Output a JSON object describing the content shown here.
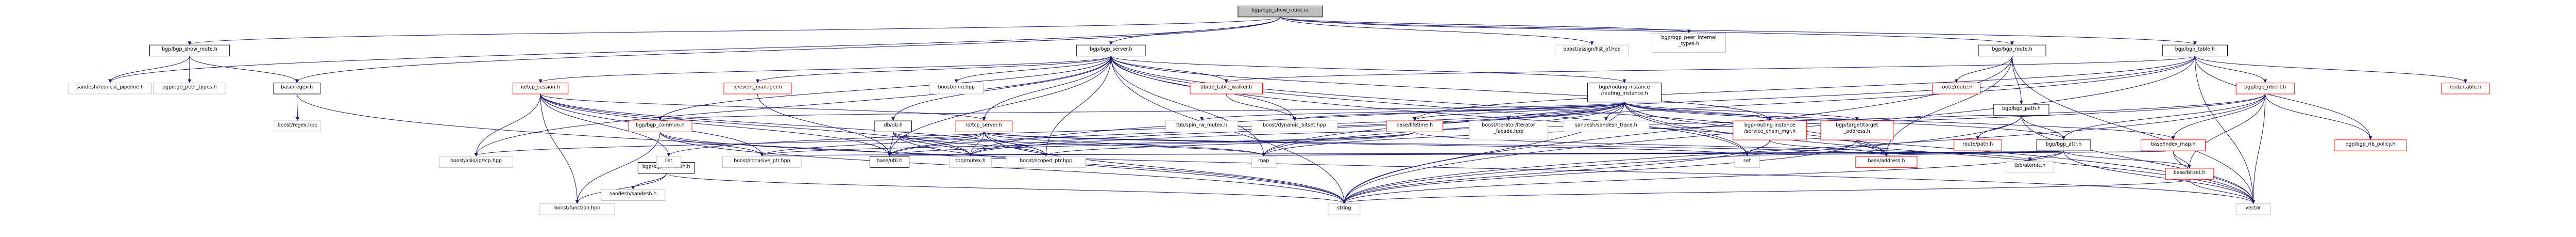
{
  "diagram": {
    "kind": "include-dependency-graph",
    "colors": {
      "root_fill": "#bfbfbf",
      "node_fill": "#ffffff",
      "node_border_documented": "#000000",
      "node_border_linked": "#ff0000",
      "node_border_external": "#bfbfbf",
      "edge": "#191970",
      "text": "#000000"
    },
    "nodes": [
      {
        "id": "root",
        "label": [
          "bgp/bgp_show_route.cc"
        ],
        "style": "root"
      },
      {
        "id": "bgp_show_route_h",
        "label": [
          "bgp/bgp_show_route.h"
        ],
        "style": "documented"
      },
      {
        "id": "bgp_server_h",
        "label": [
          "bgp/bgp_server.h"
        ],
        "style": "documented"
      },
      {
        "id": "bgp_route_h",
        "label": [
          "bgp/bgp_route.h"
        ],
        "style": "documented"
      },
      {
        "id": "bgp_table_h",
        "label": [
          "bgp/bgp_table.h"
        ],
        "style": "documented"
      },
      {
        "id": "boost_assign",
        "label": [
          "boost/assign/list_of.hpp"
        ],
        "style": "external"
      },
      {
        "id": "bgp_peer_internal",
        "label": [
          "bgp/bgp_peer_internal",
          "_types.h"
        ],
        "style": "external"
      },
      {
        "id": "sandesh_req_pipeline",
        "label": [
          "sandesh/request_pipeline.h"
        ],
        "style": "external"
      },
      {
        "id": "bgp_peer_types",
        "label": [
          "bgp/bgp_peer_types.h"
        ],
        "style": "external"
      },
      {
        "id": "base_regex",
        "label": [
          "base/regex.h"
        ],
        "style": "documented"
      },
      {
        "id": "boost_regex",
        "label": [
          "boost/regex.hpp"
        ],
        "style": "external"
      },
      {
        "id": "io_tcp_session",
        "label": [
          "io/tcp_session.h"
        ],
        "style": "linked"
      },
      {
        "id": "io_event_manager",
        "label": [
          "io/event_manager.h"
        ],
        "style": "linked"
      },
      {
        "id": "boost_bind",
        "label": [
          "boost/bind.hpp"
        ],
        "style": "external"
      },
      {
        "id": "db_table_walker",
        "label": [
          "db/db_table_walker.h"
        ],
        "style": "linked"
      },
      {
        "id": "routing_instance",
        "label": [
          "bgp/routing-instance",
          "/routing_instance.h"
        ],
        "style": "documented"
      },
      {
        "id": "route_route",
        "label": [
          "route/route.h"
        ],
        "style": "linked"
      },
      {
        "id": "bgp_path_h",
        "label": [
          "bgp/bgp_path.h"
        ],
        "style": "documented"
      },
      {
        "id": "bgp_ribout_h",
        "label": [
          "bgp/bgp_ribout.h"
        ],
        "style": "linked"
      },
      {
        "id": "route_table",
        "label": [
          "route/table.h"
        ],
        "style": "linked"
      },
      {
        "id": "bgp_common_h",
        "label": [
          "bgp/bgp_common.h"
        ],
        "style": "linked"
      },
      {
        "id": "db_db_h",
        "label": [
          "db/db.h"
        ],
        "style": "documented"
      },
      {
        "id": "io_tcp_server",
        "label": [
          "io/tcp_server.h"
        ],
        "style": "linked"
      },
      {
        "id": "tbb_spin_rw",
        "label": [
          "tbb/spin_rw_mutex.h"
        ],
        "style": "external"
      },
      {
        "id": "boost_dyn_bitset",
        "label": [
          "boost/dynamic_bitset.hpp"
        ],
        "style": "external"
      },
      {
        "id": "base_lifetime",
        "label": [
          "base/lifetime.h"
        ],
        "style": "linked"
      },
      {
        "id": "boost_iter_facade",
        "label": [
          "boost/iterator/iterator",
          "_facade.hpp"
        ],
        "style": "external"
      },
      {
        "id": "sandesh_trace",
        "label": [
          "sandesh/sandesh_trace.h"
        ],
        "style": "external"
      },
      {
        "id": "ri_service_chain",
        "label": [
          "bgp/routing-instance",
          "/service_chain_mgr.h"
        ],
        "style": "linked"
      },
      {
        "id": "target_address",
        "label": [
          "bgp/target/target",
          "_address.h"
        ],
        "style": "linked"
      },
      {
        "id": "route_path",
        "label": [
          "route/path.h"
        ],
        "style": "linked"
      },
      {
        "id": "bgp_attr_h",
        "label": [
          "bgp/bgp_attr.h"
        ],
        "style": "documented"
      },
      {
        "id": "base_index_map",
        "label": [
          "base/index_map.h"
        ],
        "style": "linked"
      },
      {
        "id": "bgp_rib_policy",
        "label": [
          "bgp/bgp_rib_policy.h"
        ],
        "style": "linked"
      },
      {
        "id": "bgp_sandesh_h",
        "label": [
          "bgp/bgp_sandesh.h"
        ],
        "style": "documented"
      },
      {
        "id": "boost_asio_ip_tcp",
        "label": [
          "boost/asio/ip/tcp.hpp"
        ],
        "style": "external"
      },
      {
        "id": "list",
        "label": [
          "list"
        ],
        "style": "external"
      },
      {
        "id": "boost_intrusive_ptr",
        "label": [
          "boost/intrusive_ptr.hpp"
        ],
        "style": "external"
      },
      {
        "id": "base_util",
        "label": [
          "base/util.h"
        ],
        "style": "documented"
      },
      {
        "id": "tbb_mutex",
        "label": [
          "tbb/mutex.h"
        ],
        "style": "external"
      },
      {
        "id": "boost_scoped_ptr",
        "label": [
          "boost/scoped_ptr.hpp"
        ],
        "style": "external"
      },
      {
        "id": "map",
        "label": [
          "map"
        ],
        "style": "external"
      },
      {
        "id": "set",
        "label": [
          "set"
        ],
        "style": "external"
      },
      {
        "id": "base_address",
        "label": [
          "base/address.h"
        ],
        "style": "linked"
      },
      {
        "id": "tbb_atomic",
        "label": [
          "tbb/atomic.h"
        ],
        "style": "external"
      },
      {
        "id": "base_bitset",
        "label": [
          "base/bitset.h"
        ],
        "style": "linked"
      },
      {
        "id": "sandesh_sandesh",
        "label": [
          "sandesh/sandesh.h"
        ],
        "style": "external"
      },
      {
        "id": "boost_function",
        "label": [
          "boost/function.hpp"
        ],
        "style": "external"
      },
      {
        "id": "string",
        "label": [
          "string"
        ],
        "style": "external"
      },
      {
        "id": "vector",
        "label": [
          "vector"
        ],
        "style": "external"
      }
    ],
    "edges": [
      [
        "root",
        "bgp_show_route_h"
      ],
      [
        "root",
        "bgp_server_h"
      ],
      [
        "root",
        "bgp_route_h"
      ],
      [
        "root",
        "bgp_table_h"
      ],
      [
        "root",
        "boost_assign"
      ],
      [
        "root",
        "bgp_peer_internal"
      ],
      [
        "root",
        "sandesh_req_pipeline"
      ],
      [
        "root",
        "base_regex"
      ],
      [
        "bgp_show_route_h",
        "sandesh_req_pipeline"
      ],
      [
        "bgp_show_route_h",
        "bgp_peer_types"
      ],
      [
        "bgp_show_route_h",
        "base_regex"
      ],
      [
        "base_regex",
        "boost_regex"
      ],
      [
        "base_regex",
        "string"
      ],
      [
        "bgp_server_h",
        "io_tcp_session"
      ],
      [
        "bgp_server_h",
        "io_event_manager"
      ],
      [
        "bgp_server_h",
        "boost_bind"
      ],
      [
        "bgp_server_h",
        "db_table_walker"
      ],
      [
        "bgp_server_h",
        "routing_instance"
      ],
      [
        "bgp_server_h",
        "bgp_common_h"
      ],
      [
        "bgp_server_h",
        "db_db_h"
      ],
      [
        "bgp_server_h",
        "io_tcp_server"
      ],
      [
        "bgp_server_h",
        "boost_dyn_bitset"
      ],
      [
        "bgp_server_h",
        "ri_service_chain"
      ],
      [
        "bgp_server_h",
        "boost_asio_ip_tcp"
      ],
      [
        "bgp_server_h",
        "base_util"
      ],
      [
        "bgp_server_h",
        "boost_scoped_ptr"
      ],
      [
        "bgp_server_h",
        "map"
      ],
      [
        "bgp_server_h",
        "set"
      ],
      [
        "bgp_server_h",
        "string"
      ],
      [
        "bgp_server_h",
        "vector"
      ],
      [
        "bgp_server_h",
        "base_address"
      ],
      [
        "io_tcp_session",
        "boost_asio_ip_tcp"
      ],
      [
        "io_tcp_session",
        "list"
      ],
      [
        "io_tcp_session",
        "boost_intrusive_ptr"
      ],
      [
        "io_tcp_session",
        "base_util"
      ],
      [
        "io_tcp_session",
        "tbb_mutex"
      ],
      [
        "io_tcp_session",
        "boost_scoped_ptr"
      ],
      [
        "io_tcp_session",
        "boost_function"
      ],
      [
        "io_tcp_session",
        "io_tcp_server"
      ],
      [
        "io_event_manager",
        "base_util"
      ],
      [
        "db_table_walker",
        "boost_dyn_bitset"
      ],
      [
        "routing_instance",
        "tbb_spin_rw"
      ],
      [
        "routing_instance",
        "boost_dyn_bitset"
      ],
      [
        "routing_instance",
        "base_lifetime"
      ],
      [
        "routing_instance",
        "boost_iter_facade"
      ],
      [
        "routing_instance",
        "sandesh_trace"
      ],
      [
        "routing_instance",
        "ri_service_chain"
      ],
      [
        "routing_instance",
        "target_address"
      ],
      [
        "routing_instance",
        "bgp_common_h"
      ],
      [
        "routing_instance",
        "list"
      ],
      [
        "routing_instance",
        "map"
      ],
      [
        "routing_instance",
        "set"
      ],
      [
        "routing_instance",
        "string"
      ],
      [
        "routing_instance",
        "vector"
      ],
      [
        "routing_instance",
        "base_index_map"
      ],
      [
        "routing_instance",
        "bgp_attr_h"
      ],
      [
        "routing_instance",
        "base_address"
      ],
      [
        "routing_instance",
        "base_util"
      ],
      [
        "routing_instance",
        "tbb_mutex"
      ],
      [
        "bgp_common_h",
        "boost_intrusive_ptr"
      ],
      [
        "bgp_common_h",
        "string"
      ],
      [
        "bgp_common_h",
        "vector"
      ],
      [
        "bgp_common_h",
        "boost_function"
      ],
      [
        "db_db_h",
        "boost_scoped_ptr"
      ],
      [
        "db_db_h",
        "tbb_mutex"
      ],
      [
        "db_db_h",
        "base_util"
      ],
      [
        "db_db_h",
        "map"
      ],
      [
        "db_db_h",
        "string"
      ],
      [
        "io_tcp_server",
        "boost_asio_ip_tcp"
      ],
      [
        "io_tcp_server",
        "boost_intrusive_ptr"
      ],
      [
        "io_tcp_server",
        "boost_scoped_ptr"
      ],
      [
        "io_tcp_server",
        "tbb_mutex"
      ],
      [
        "io_tcp_server",
        "base_util"
      ],
      [
        "io_tcp_server",
        "map"
      ],
      [
        "io_tcp_server",
        "set"
      ],
      [
        "io_tcp_server",
        "base_address"
      ],
      [
        "io_tcp_server",
        "string"
      ],
      [
        "base_lifetime",
        "boost_intrusive_ptr"
      ],
      [
        "base_lifetime",
        "boost_scoped_ptr"
      ],
      [
        "base_lifetime",
        "tbb_atomic"
      ],
      [
        "base_lifetime",
        "base_util"
      ],
      [
        "ri_service_chain",
        "set"
      ],
      [
        "ri_service_chain",
        "string"
      ],
      [
        "ri_service_chain",
        "base_address"
      ],
      [
        "target_address",
        "string"
      ],
      [
        "target_address",
        "base_address"
      ],
      [
        "bgp_route_h",
        "route_route"
      ],
      [
        "bgp_route_h",
        "bgp_path_h"
      ],
      [
        "bgp_route_h",
        "base_address"
      ],
      [
        "bgp_route_h",
        "string"
      ],
      [
        "bgp_route_h",
        "vector"
      ],
      [
        "bgp_path_h",
        "route_path"
      ],
      [
        "bgp_path_h",
        "bgp_attr_h"
      ],
      [
        "bgp_path_h",
        "vector"
      ],
      [
        "bgp_path_h",
        "string"
      ],
      [
        "bgp_table_h",
        "route_table"
      ],
      [
        "bgp_table_h",
        "bgp_ribout_h"
      ],
      [
        "bgp_table_h",
        "bgp_rib_policy"
      ],
      [
        "bgp_table_h",
        "base_lifetime"
      ],
      [
        "bgp_table_h",
        "db_table_walker"
      ],
      [
        "bgp_table_h",
        "map"
      ],
      [
        "bgp_table_h",
        "tbb_mutex"
      ],
      [
        "bgp_table_h",
        "string"
      ],
      [
        "bgp_table_h",
        "vector"
      ],
      [
        "bgp_ribout_h",
        "bgp_attr_h"
      ],
      [
        "bgp_ribout_h",
        "base_index_map"
      ],
      [
        "bgp_ribout_h",
        "bgp_rib_policy"
      ],
      [
        "bgp_ribout_h",
        "base_bitset"
      ],
      [
        "bgp_ribout_h",
        "map"
      ],
      [
        "bgp_ribout_h",
        "vector"
      ],
      [
        "bgp_ribout_h",
        "string"
      ],
      [
        "bgp_ribout_h",
        "tbb_mutex"
      ],
      [
        "bgp_attr_h",
        "boost_intrusive_ptr"
      ],
      [
        "bgp_attr_h",
        "set"
      ],
      [
        "bgp_attr_h",
        "base_address"
      ],
      [
        "bgp_attr_h",
        "base_util"
      ],
      [
        "bgp_attr_h",
        "tbb_atomic"
      ],
      [
        "bgp_attr_h",
        "string"
      ],
      [
        "bgp_attr_h",
        "vector"
      ],
      [
        "bgp_attr_h",
        "map"
      ],
      [
        "bgp_attr_h",
        "base_bitset"
      ],
      [
        "base_index_map",
        "map"
      ],
      [
        "base_index_map",
        "base_bitset"
      ],
      [
        "base_index_map",
        "vector"
      ],
      [
        "base_bitset",
        "string"
      ],
      [
        "base_bitset",
        "vector"
      ],
      [
        "bgp_sandesh_h",
        "sandesh_sandesh"
      ],
      [
        "bgp_sandesh_h",
        "boost_function"
      ],
      [
        "bgp_sandesh_h",
        "string"
      ]
    ]
  }
}
